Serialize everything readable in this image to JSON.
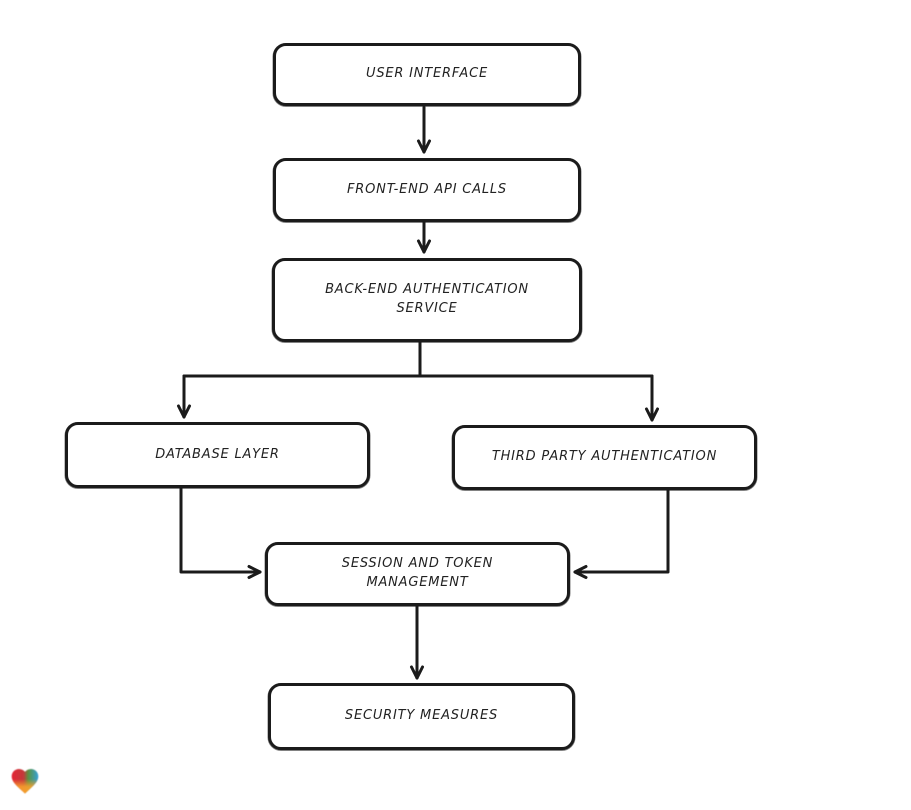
{
  "canvas": {
    "background": "#ffffff",
    "stroke_color": "#1b1b1b",
    "text_color": "#222222"
  },
  "nodes": [
    {
      "id": "user-interface",
      "label": "USER INTERFACE"
    },
    {
      "id": "front-end-api-calls",
      "label": "FRONT-END API CALLS"
    },
    {
      "id": "back-end-authentication-service",
      "label": "BACK-END AUTHENTICATION\nSERVICE"
    },
    {
      "id": "database-layer",
      "label": "DATABASE LAYER"
    },
    {
      "id": "third-party-authentication",
      "label": "THIRD PARTY AUTHENTICATION"
    },
    {
      "id": "session-and-token-management",
      "label": "SESSION AND TOKEN\nMANAGEMENT"
    },
    {
      "id": "security-measures",
      "label": "SECURITY MEASURES"
    }
  ],
  "edges": [
    {
      "from": "user-interface",
      "to": "front-end-api-calls"
    },
    {
      "from": "front-end-api-calls",
      "to": "back-end-authentication-service"
    },
    {
      "from": "back-end-authentication-service",
      "to": "database-layer"
    },
    {
      "from": "back-end-authentication-service",
      "to": "third-party-authentication"
    },
    {
      "from": "database-layer",
      "to": "session-and-token-management"
    },
    {
      "from": "third-party-authentication",
      "to": "session-and-token-management"
    },
    {
      "from": "session-and-token-management",
      "to": "security-measures"
    }
  ],
  "logo": {
    "name": "heart-logo",
    "colors": {
      "red": "#e42535",
      "blue": "#35a0d8",
      "orange": "#f6a02c"
    }
  }
}
